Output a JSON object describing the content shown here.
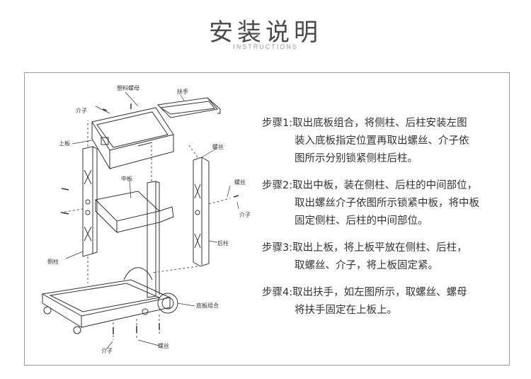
{
  "header": {
    "title": "安装说明",
    "subtitle": "INSTRUCTIONS"
  },
  "diagram_labels": {
    "plastic_nut": "塑料螺母",
    "handle": "扶手",
    "washer_1": "介子",
    "top_board": "上板",
    "screw_1": "螺丝",
    "middle_board": "中板",
    "screw_2": "螺丝",
    "washer_2": "介子",
    "rear_post": "后柱",
    "side_post": "侧柱",
    "base_assembly": "底板组合",
    "washer_3": "介子",
    "screw_3": "螺丝"
  },
  "steps": [
    {
      "lines": [
        "步骤1:取出底板组合，将侧柱、后柱安装左图",
        "装入底板指定位置再取出螺丝、介子依",
        "图所示分别锁紧侧柱后柱。"
      ]
    },
    {
      "lines": [
        "步骤2:取出中板，装在侧柱、后柱的中间部位，",
        "取出螺丝介子依图所示锁紧中板，将中板",
        "固定侧柱、后柱的中间部位。"
      ]
    },
    {
      "lines": [
        "步骤3:取出上板，将上板平放在侧柱、后柱，",
        "取螺丝、介子，将上板固定紧。"
      ]
    },
    {
      "lines": [
        "步骤4:取出扶手，如左图所示，取螺丝、螺母",
        "将扶手固定在上板上。"
      ]
    }
  ]
}
